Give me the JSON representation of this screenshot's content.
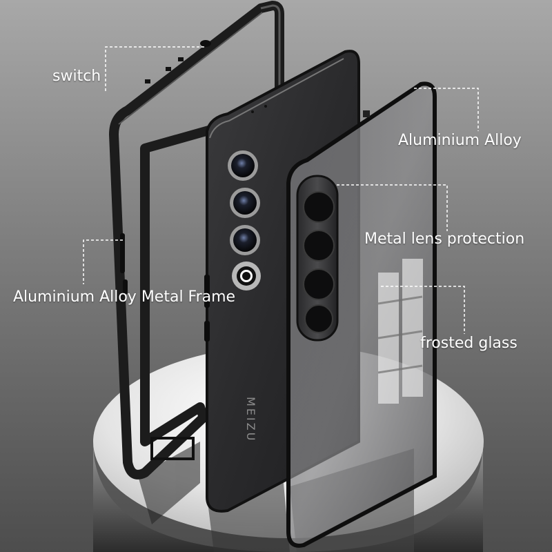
{
  "colors": {
    "background_top": "#a9a9a9",
    "background_bottom": "#555555",
    "phone_body": "#2c2c2e",
    "frame_metal": "#1a1a1a",
    "pedestal_light": "#f2f2f2",
    "callout_line": "#ffffff"
  },
  "brand_text": "MEIZU",
  "callouts": {
    "switch": "switch",
    "aluminium_alloy": "Aluminium Alloy",
    "metal_lens_protection": "Metal lens protection",
    "aluminium_alloy_metal_frame": "Aluminium Alloy Metal Frame",
    "frosted_glass": "frosted glass"
  }
}
